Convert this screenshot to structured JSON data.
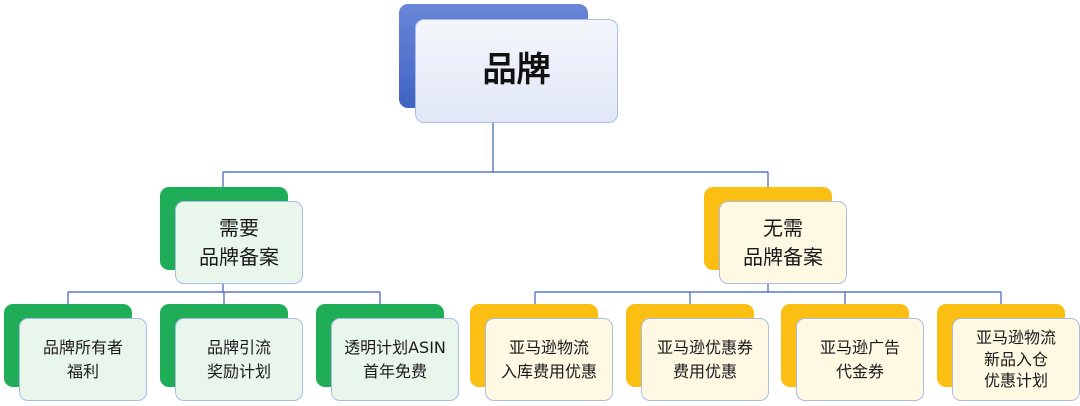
{
  "diagram": {
    "root": {
      "label": "品牌"
    },
    "branches": [
      {
        "label": "需要\n品牌备案",
        "color": "#1fad58",
        "children": [
          {
            "label": "品牌所有者\n福利"
          },
          {
            "label": "品牌引流\n奖励计划"
          },
          {
            "label": "透明计划ASIN\n首年免费"
          }
        ]
      },
      {
        "label": "无需\n品牌备案",
        "color": "#fbbe12",
        "children": [
          {
            "label": "亚马逊物流\n入库费用优惠"
          },
          {
            "label": "亚马逊优惠券\n费用优惠"
          },
          {
            "label": "亚马逊广告\n代金券"
          },
          {
            "label": "亚马逊物流\n新品入仓\n优惠计划"
          }
        ]
      }
    ],
    "colors": {
      "root_accent": "#3f63c4",
      "line": "#3b5fb4",
      "green": "#1fad58",
      "yellow": "#fbbe12"
    }
  }
}
